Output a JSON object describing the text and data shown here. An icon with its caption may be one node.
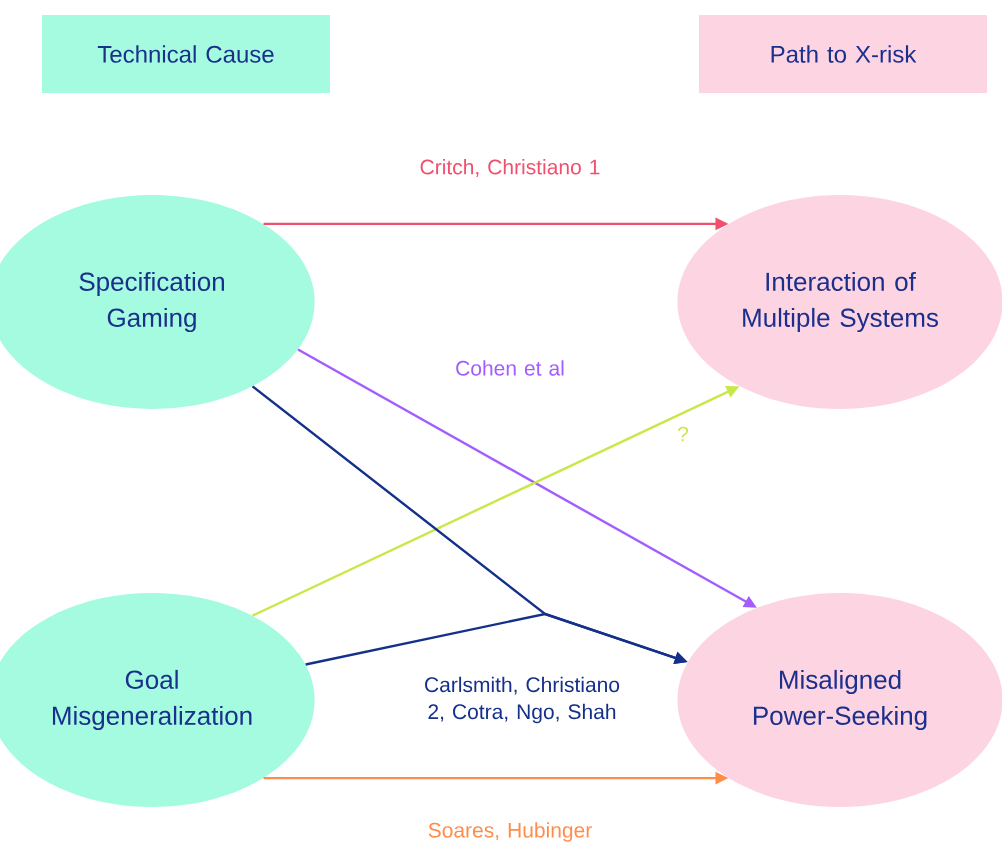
{
  "diagram": {
    "nodes": [
      {
        "text": [
          "Technical Cause"
        ]
      },
      {
        "text": [
          "Path to X-risk"
        ]
      },
      {
        "text": [
          "Specification Gaming"
        ]
      },
      {
        "text": [
          "Interaction of Multiple Systems"
        ]
      },
      {
        "text": [
          "Goal Misgeneralization"
        ]
      },
      {
        "text": [
          "Misaligned Power-Seeking"
        ]
      }
    ],
    "edges": [
      {
        "from": 2,
        "to": 3,
        "arrow": "to",
        "label": "Critch, Christiano 1",
        "color": "#f0506e"
      },
      {
        "from": 2,
        "to": 5,
        "arrow": "to",
        "label": "Cohen et al",
        "color": "#a25cff"
      },
      {
        "from": 4,
        "to": 3,
        "arrow": "to",
        "label": "?",
        "color": "#c8e84a"
      },
      {
        "from": 2,
        "to": 5,
        "arrow": "to",
        "label": "Carlsmith, Christiano 2, Cotra, Ngo, Shah",
        "color": "#15308a"
      },
      {
        "from": 4,
        "to": 5,
        "arrow": "to",
        "color": "#15308a"
      },
      {
        "from": 4,
        "to": 5,
        "arrow": "to",
        "label": "Soares, Hubinger",
        "color": "#ff8c4a"
      }
    ]
  }
}
